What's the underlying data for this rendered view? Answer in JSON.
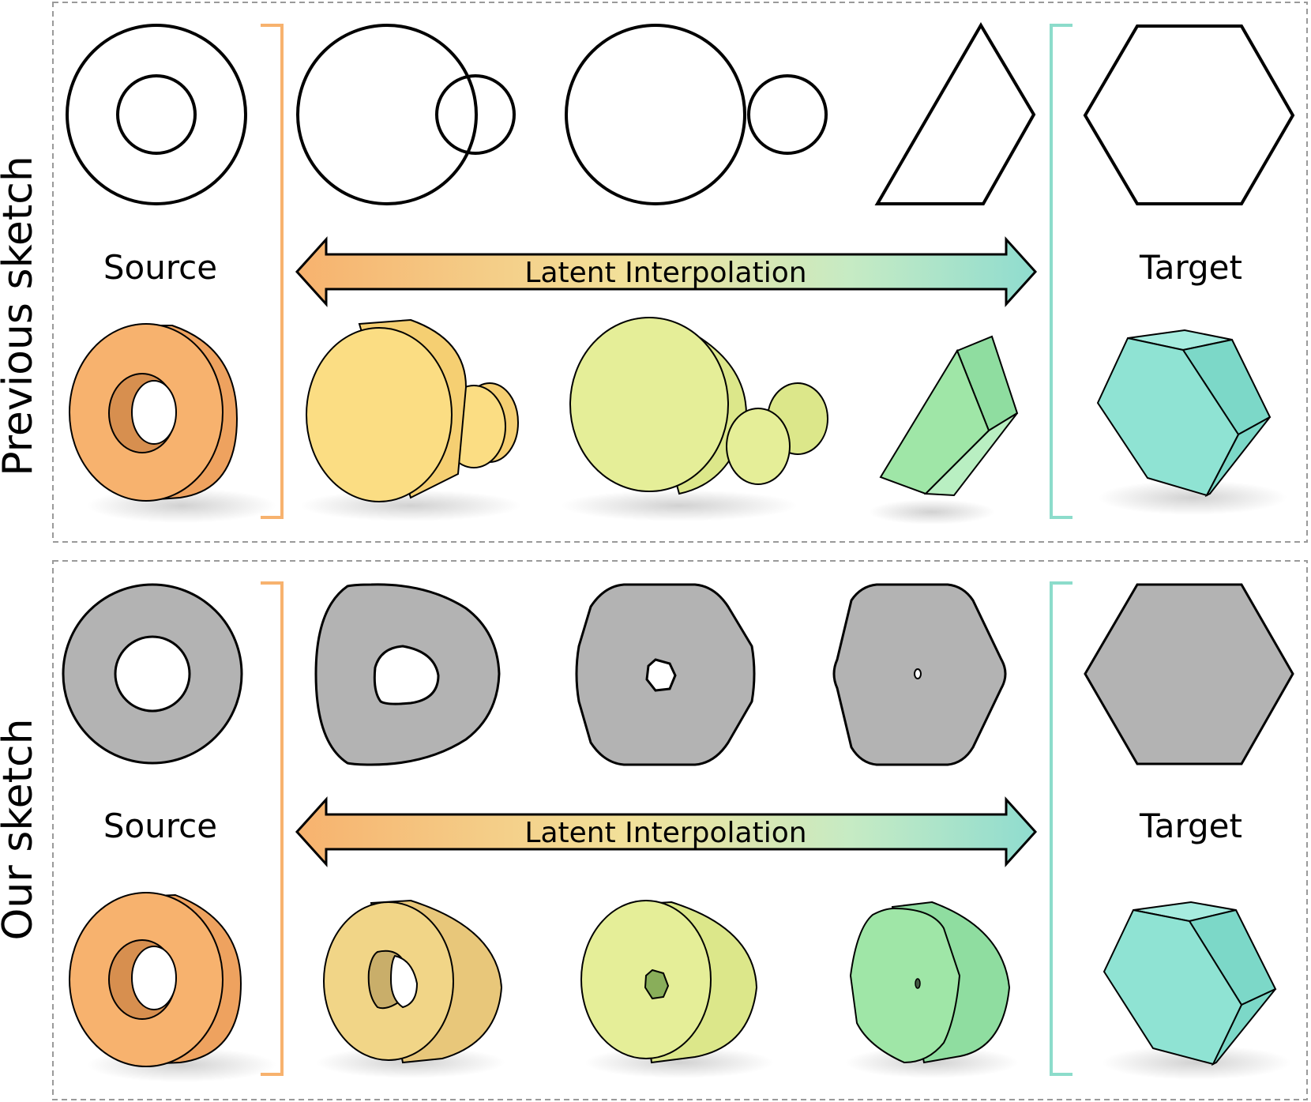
{
  "panels": [
    {
      "id": "previous",
      "row_label": "Previous sketch",
      "source_label": "Source",
      "target_label": "Target",
      "arrow_label": "Latent Interpolation"
    },
    {
      "id": "ours",
      "row_label": "Our sketch",
      "source_label": "Source",
      "target_label": "Target",
      "arrow_label": "Latent Interpolation"
    }
  ],
  "colors": {
    "source": "#F7B26E",
    "interp_1": "#FBDD83",
    "interp_2": "#E5EE98",
    "interp_3": "#9FE6A7",
    "target": "#8FE3D3",
    "bracket_source": "#F7B26E",
    "bracket_target": "#8CDCCB",
    "sketch_fill": "#B3B3B3",
    "frame": "#9a9a9a"
  }
}
